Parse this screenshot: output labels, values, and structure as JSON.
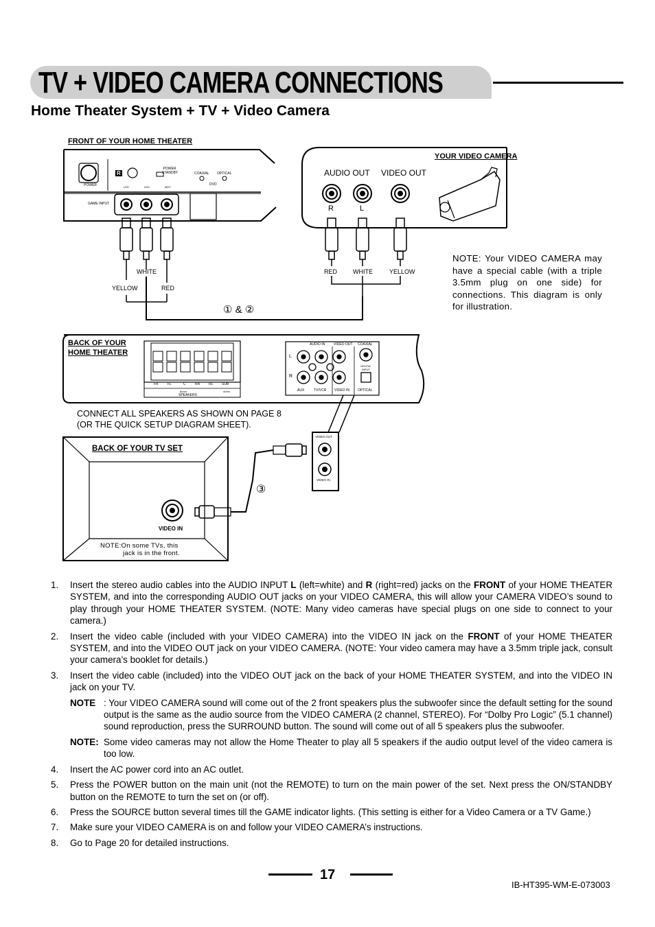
{
  "header": {
    "title": "TV + VIDEO CAMERA CONNECTIONS",
    "subtitle": "Home Theater System + TV + Video Camera"
  },
  "diagram": {
    "front_panel": {
      "title": "FRONT OF YOUR HOME THEATER",
      "power": "POWER",
      "r_badge": "R",
      "power_standby": "POWER STANDBY",
      "coaxial": "COAXIAL",
      "optical": "OPTICAL",
      "dvd": "DVD",
      "led_labels": [
        "LED",
        "LED",
        "MDT"
      ],
      "game_input": "GAME INPUT"
    },
    "camera": {
      "title": "YOUR VIDEO CAMERA",
      "audio_out": "AUDIO OUT",
      "video_out": "VIDEO OUT",
      "r": "R",
      "l": "L"
    },
    "cable_labels": {
      "white": "WHITE",
      "yellow": "YELLOW",
      "red": "RED"
    },
    "camera_cable_labels": [
      "RED",
      "WHITE",
      "YELLOW"
    ],
    "step_marker_12": "① & ②",
    "step_marker_3": "③",
    "camera_note": "NOTE: Your VIDEO CAMERA may have a special cable (with a triple 3.5mm plug on one side) for connections. This diagram is only for illustration.",
    "back_panel": {
      "title_line1": "BACK OF YOUR",
      "title_line2": "HOME THEATER",
      "speaker_labels": [
        "FR",
        "FL",
        "C",
        "RR",
        "RL",
        "SUB"
      ],
      "ohm1": "8ohm",
      "ohm2": "4ohm",
      "speakers": "SPEAKERS",
      "audio_in": "AUDIO IN",
      "video_out": "VIDEO OUT",
      "coaxial": "COAXIAL",
      "l": "L",
      "r": "R",
      "digital_input": "DIGITAL INPUT",
      "aux": "AUX",
      "tv_vcr": "TV/VCR",
      "video_in": "VIDEO IN",
      "optical": "OPTICAL"
    },
    "zoom_labels": {
      "video_out": "VIDEO OUT",
      "video_in": "VIDEO IN"
    },
    "connect_note": [
      "CONNECT ALL SPEAKERS AS SHOWN ON PAGE 8",
      "(OR THE QUICK SETUP DIAGRAM SHEET)."
    ],
    "tv": {
      "title": "BACK OF YOUR TV SET",
      "video_in": "VIDEO IN",
      "note_line1": "NOTE:On some TVs, this",
      "note_line2": "jack is in the front."
    }
  },
  "instructions": {
    "i1": {
      "num": "1.",
      "a": "Insert the stereo audio cables into the AUDIO INPUT ",
      "b": "L",
      "c": " (left=white) and ",
      "d": "R",
      "e": " (right=red) jacks on the ",
      "f": "FRONT",
      "g": " of your HOME THEATER SYSTEM, and into the corresponding AUDIO OUT jacks on your VIDEO CAMERA, this will allow your CAMERA VIDEO’s sound to play through your HOME THEATER SYSTEM. (NOTE: Many video cameras have special plugs on one side to connect to your camera.)"
    },
    "i2": {
      "num": "2.",
      "a": "Insert the video cable (included with your VIDEO CAMERA) into the VIDEO IN jack on the ",
      "b": "FRONT",
      "c": " of your HOME THEATER SYSTEM, and into the VIDEO OUT jack on your VIDEO CAMERA. (NOTE: Your video camera may have a 3.5mm triple jack, consult your camera’s booklet for details.)"
    },
    "i3": {
      "num": "3.",
      "text": "Insert the video cable (included) into the VIDEO OUT jack on the back of your HOME THEATER SYSTEM, and into the VIDEO IN jack on your TV."
    },
    "note1": {
      "label": "NOTE",
      "text": ": Your VIDEO CAMERA sound will come out of the 2 front speakers plus the subwoofer since the default setting for the sound output is the same as the audio source from the VIDEO CAMERA (2 channel, STEREO). For “Dolby Pro Logic” (5.1 channel) sound reproduction, press the SURROUND button. The sound will come out of all 5 speakers plus the subwoofer."
    },
    "note2": {
      "label": "NOTE:",
      "text": " Some video cameras may not allow the Home Theater to play all 5 speakers if the audio output level of the video camera is too low."
    },
    "i4": {
      "num": "4.",
      "text": "Insert the AC power cord into an AC outlet."
    },
    "i5": {
      "num": "5.",
      "text": "Press the POWER button on the main unit (not the REMOTE) to turn on the main power of the set. Next press the ON/STANDBY button on the REMOTE to turn the set on (or off)."
    },
    "i6": {
      "num": "6.",
      "text": "Press the SOURCE button several times till the GAME indicator lights. (This setting is either for a Video Camera or a TV Game.)"
    },
    "i7": {
      "num": "7.",
      "text": "Make sure your VIDEO CAMERA is on and follow your VIDEO CAMERA’s instructions."
    },
    "i8": {
      "num": "8.",
      "text": "Go to Page 20 for detailed instructions."
    }
  },
  "footer": {
    "page_number": "17",
    "doc_code": "IB-HT395-WM-E-073003"
  }
}
